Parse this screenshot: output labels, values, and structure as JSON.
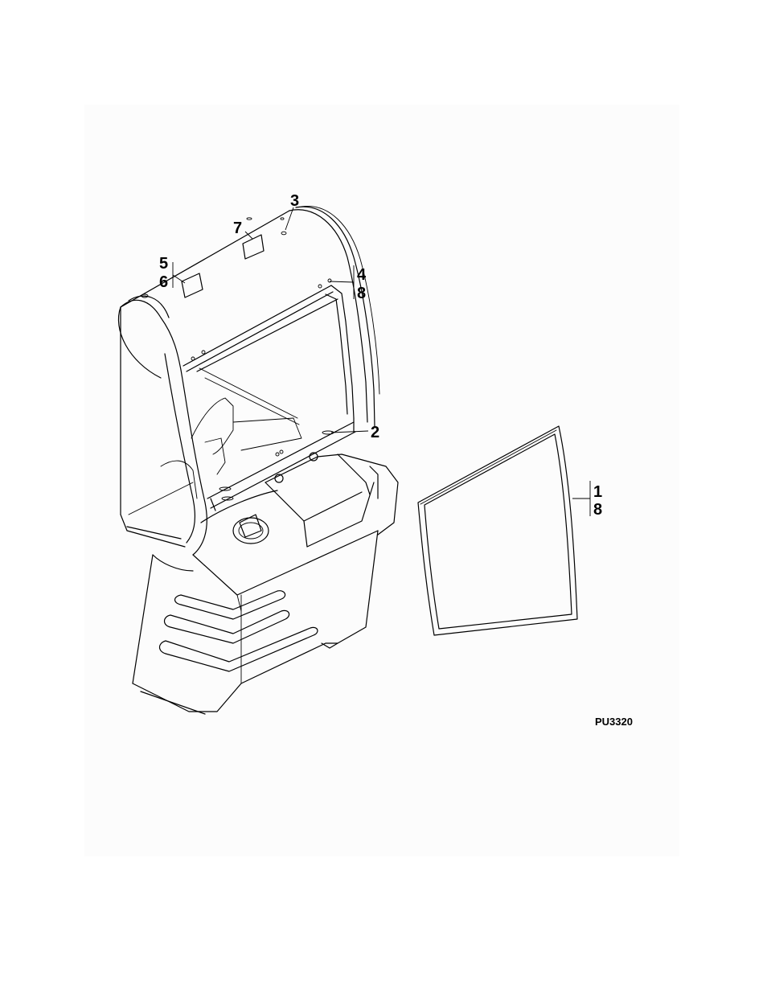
{
  "figure": {
    "id": "PU3320",
    "callouts": {
      "c1": "1",
      "c2": "2",
      "c3": "3",
      "c4": "4",
      "c5": "5",
      "c6": "6",
      "c7": "7",
      "c8a": "8",
      "c8b": "8"
    }
  }
}
